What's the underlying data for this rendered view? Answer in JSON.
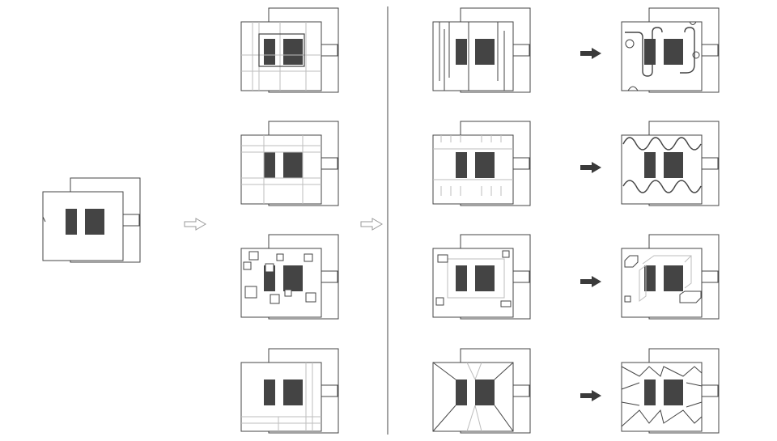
{
  "diagram": {
    "colors": {
      "outline": "#444444",
      "core_fill": "#444444",
      "light_line": "#bdbdbd",
      "hollow_arrow": "#9a9a9a",
      "solid_arrow": "#3a3a3a",
      "background": "#ffffff"
    },
    "flow": {
      "stage_1": "base-plan",
      "stage_2": "partition-variants",
      "stage_3": "derived-forms"
    },
    "variant_rows": [
      "column-grid",
      "cross-bands",
      "scattered-boxes",
      "diagonal-wedges"
    ],
    "arrows": {
      "hollow": "hollow-arrow-icon",
      "solid": "solid-arrow-icon"
    }
  }
}
